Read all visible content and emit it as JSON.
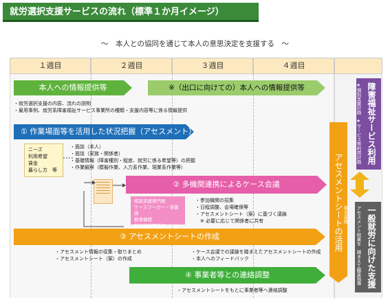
{
  "title": "就労選択支援サービスの流れ（標準１か月イメージ）",
  "subtitle": "～　本人との協同を通じて本人の意思決定を支援する　～",
  "weeks": [
    "１週目",
    "２週目",
    "３週目",
    "４週目"
  ],
  "info_provision_1": "本人への情報提供等",
  "info_provision_2": "※（出口に向けての）本人への情報提供等",
  "info_bullets": [
    "・就労選択支援の内容、流れの説明",
    "・雇用事例、就労系障害福祉サービス事業所の種類・支援内容等に係る情報提供"
  ],
  "step1": "① 作業場面等を活用した状況把握（アセスメント）",
  "needs_box": [
    "ニーズ",
    "利用希望",
    "賃金",
    "暮らし方　等"
  ],
  "step1_bullets": [
    "・面談（本人）",
    "・面談（家族・関係者）",
    "・基礎情報（障害種別・程度、就労に係る希望等）の把握",
    "・作業観察（模擬作業、入力系作業、現業系作業等）"
  ],
  "step2": "② 多機関連携によるケース会議",
  "agencies_box": [
    "相談支援専門員",
    "ケースワーカー・保健師",
    "教育機関",
    "就労支援関係者　ほか"
  ],
  "step2_bullets": [
    "・参加機関の招集",
    "・日程調整、会場確保等",
    "・アセスメントシート（案）に基づく議論",
    "　※ 必要に応じて関係者に共有"
  ],
  "step3": "③ アセスメントシートの作成",
  "step3_bullets_left": [
    "・アセスメント情報の収集・取りまとめ",
    "・アセスメントシート（案）の作成"
  ],
  "step3_bullets_right": [
    "・ケース会議での議論を踏まえたアセスメントシートの作成",
    "・本人へのフィードバック"
  ],
  "step4": "④ 事業者等との連絡調整",
  "step4_bullets": [
    "・アセスメントシートをもとに事業者等へ連絡調整"
  ],
  "vertical_orange": "アセスメントシートの活用",
  "purple_box": {
    "title": "障害福祉サービス利用",
    "items": [
      "★個別支援計画",
      "★サービス等利用計画"
    ]
  },
  "gray_box": {
    "title": "一般就労に向けた支援",
    "items": [
      "アセスメント結果を",
      "踏まえて職業指導等を実施"
    ]
  },
  "colors": {
    "title_green": "#3a8a3a",
    "week_header": "#fde9bf",
    "green_arrow": "#5fb33d",
    "blue_arrow": "#1f6fb8",
    "pink_arrow": "#e65daa",
    "orange_arrow": "#f2a114",
    "purple": "#7b4ea0",
    "gray": "#5f5f5f"
  }
}
